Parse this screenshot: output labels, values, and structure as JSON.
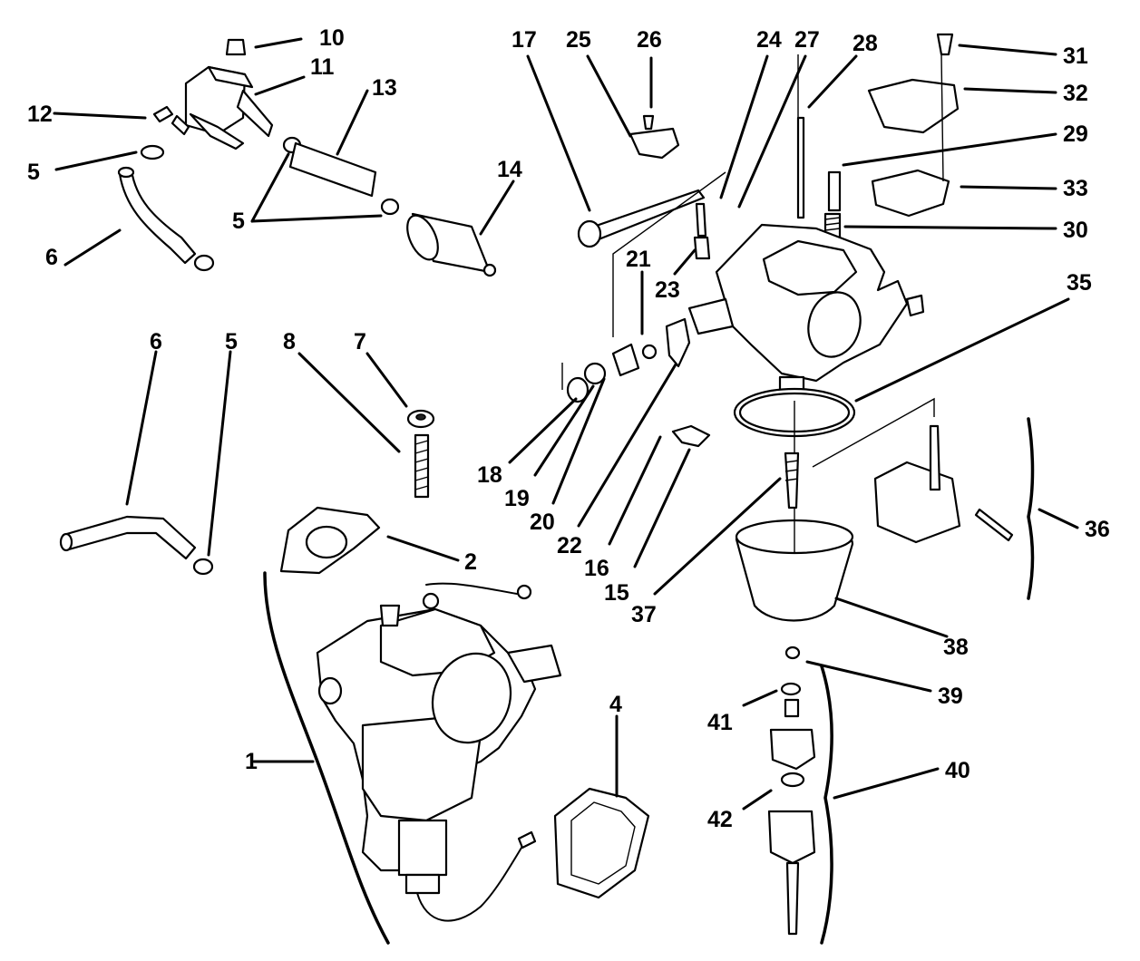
{
  "diagram": {
    "labels": [
      "10",
      "11",
      "12",
      "13",
      "5",
      "14",
      "5",
      "6",
      "6",
      "5",
      "8",
      "7",
      "17",
      "25",
      "26",
      "24",
      "27",
      "28",
      "31",
      "32",
      "29",
      "33",
      "30",
      "23",
      "21",
      "35",
      "18",
      "19",
      "20",
      "22",
      "16",
      "15",
      "37",
      "36",
      "2",
      "38",
      "1",
      "4",
      "39",
      "41",
      "40",
      "42"
    ]
  },
  "colors": {
    "ink": "#000000",
    "paper": "#ffffff",
    "shade": "#e6e6e6"
  }
}
